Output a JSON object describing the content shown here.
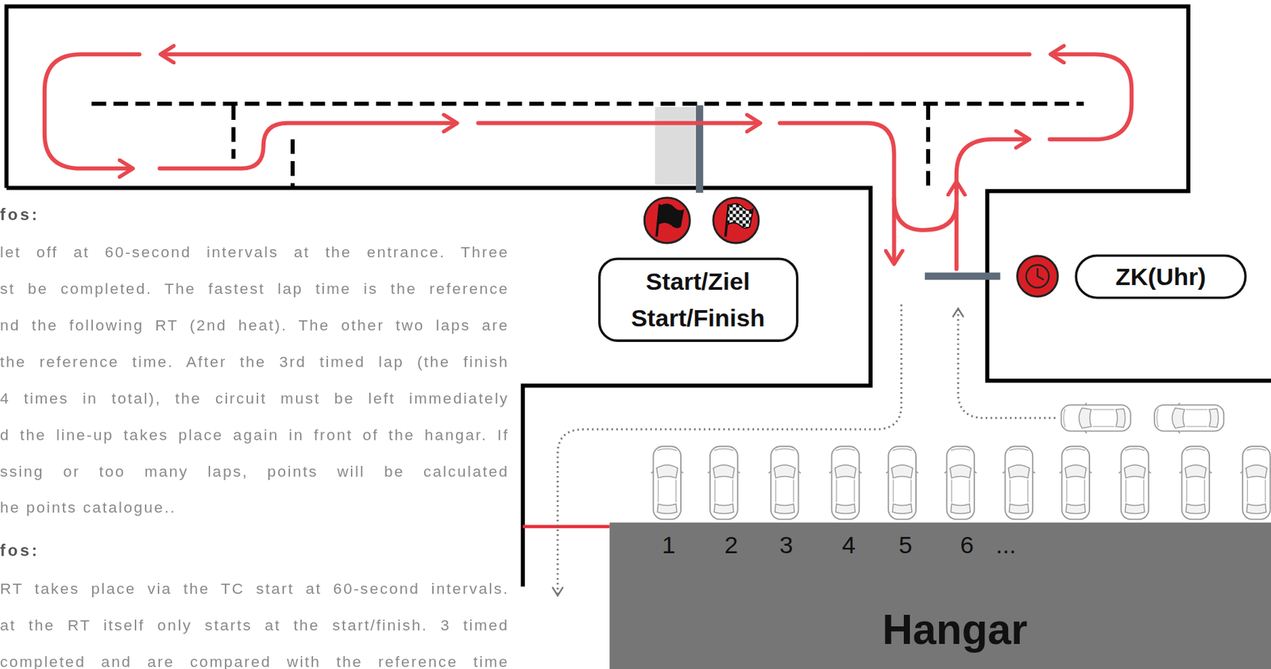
{
  "diagram": {
    "nodes": [
      {
        "text": [
          "Start/Ziel Start/Finish"
        ]
      },
      {
        "text": [
          "ZK(Uhr)"
        ]
      },
      {
        "text": [
          "Hangar"
        ]
      }
    ],
    "labels": [
      "fos:",
      "let off at 60-second intervals at the entrance. Three",
      "st be completed. The fastest lap time is the reference",
      "nd the following RT (2nd heat). The other two laps are",
      "the reference time. After the 3rd timed lap (the finish",
      "4 times in total), the circuit must be left immediately",
      "d the line-up takes place again in front of the hangar. If",
      "ssing or too many laps, points will be calculated",
      "he points catalogue..",
      "fos:",
      "RT takes place via the TC start at 60-second intervals.",
      "at the RT itself only starts at the start/finish. 3 timed",
      "completed and are compared with the reference time",
      "1",
      "2",
      "3",
      "4",
      "5",
      "6",
      "..."
    ]
  }
}
